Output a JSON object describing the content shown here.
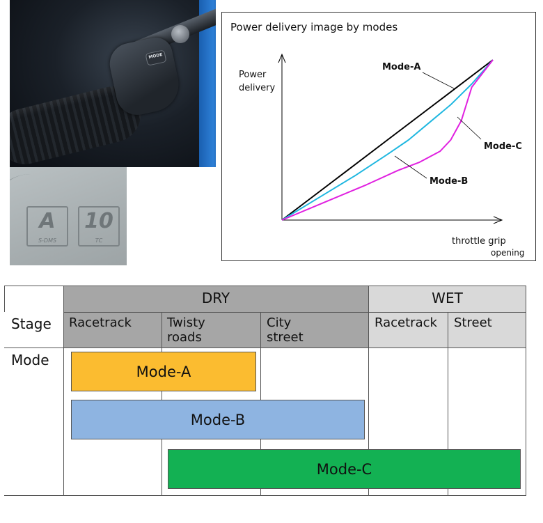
{
  "photo": {
    "button_text": "MODE"
  },
  "lcd": {
    "mode_value": "A",
    "mode_caption": "S-DMS",
    "tc_value": "10",
    "tc_caption": "TC"
  },
  "chart": {
    "title": "Power delivery image by modes",
    "y_label_line1": "Power",
    "y_label_line2": "delivery",
    "x_label_line1": "throttle grip",
    "x_label_line2": "opening",
    "annotations": [
      "Mode-A",
      "Mode-B",
      "Mode-C"
    ]
  },
  "chart_data": {
    "type": "line",
    "title": "Power delivery image by modes",
    "xlabel": "throttle grip opening",
    "ylabel": "Power delivery",
    "xlim": [
      0,
      1
    ],
    "ylim": [
      0,
      1
    ],
    "grid": false,
    "series": [
      {
        "name": "Mode-A",
        "color": "#000000",
        "x": [
          0,
          0.25,
          0.5,
          0.75,
          1.0
        ],
        "y": [
          0,
          0.25,
          0.5,
          0.75,
          1.0
        ]
      },
      {
        "name": "Mode-B",
        "color": "#1fb7e0",
        "x": [
          0,
          0.2,
          0.35,
          0.5,
          0.6,
          0.7,
          0.8,
          0.9,
          1.0
        ],
        "y": [
          0,
          0.16,
          0.28,
          0.41,
          0.5,
          0.61,
          0.72,
          0.85,
          1.0
        ]
      },
      {
        "name": "Mode-C",
        "color": "#e020e0",
        "x": [
          0,
          0.2,
          0.4,
          0.55,
          0.65,
          0.75,
          0.8,
          0.85,
          0.9,
          1.0
        ],
        "y": [
          0,
          0.11,
          0.22,
          0.31,
          0.36,
          0.43,
          0.5,
          0.62,
          0.83,
          1.0
        ]
      }
    ]
  },
  "table": {
    "dry": "DRY",
    "wet": "WET",
    "stage_label": "Stage",
    "mode_label": "Mode",
    "stages": [
      "Racetrack",
      "Twisty roads",
      "City street",
      "Racetrack",
      "Street"
    ],
    "bars": [
      {
        "label": "Mode-A",
        "color": "#fbbc30"
      },
      {
        "label": "Mode-B",
        "color": "#8eb4e1"
      },
      {
        "label": "Mode-C",
        "color": "#13b153"
      }
    ]
  }
}
